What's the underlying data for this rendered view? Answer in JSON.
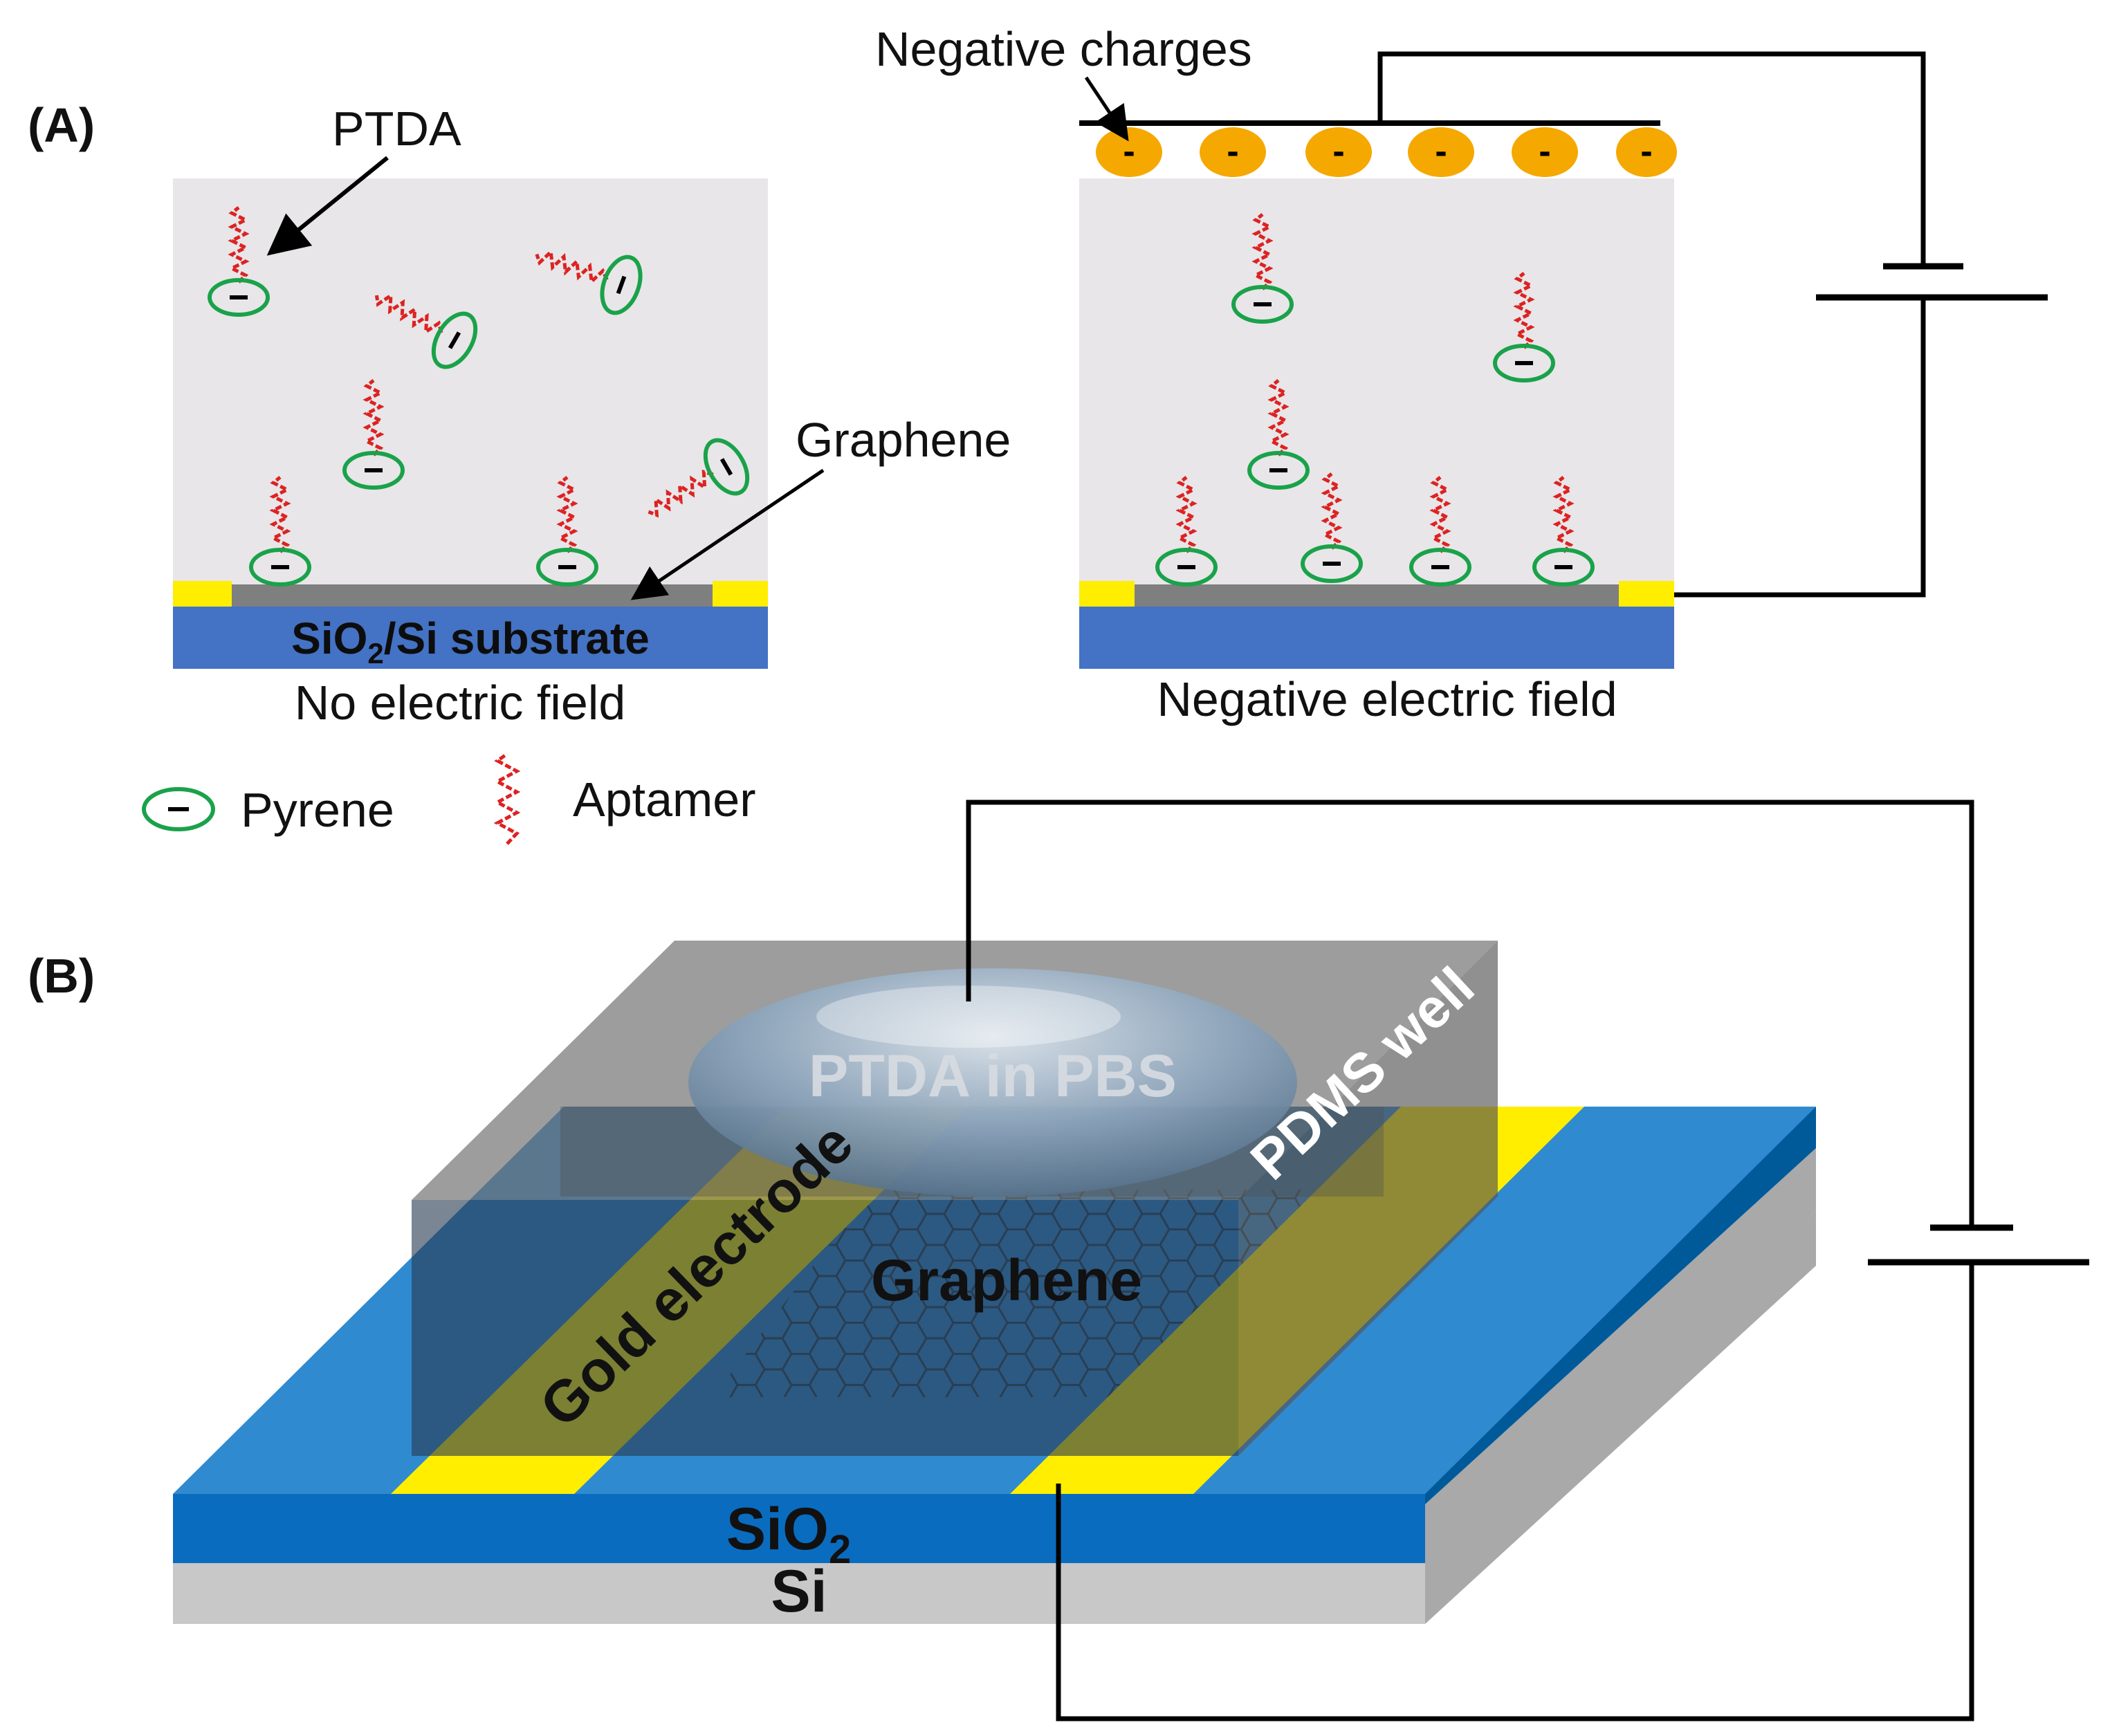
{
  "panel_a": {
    "label": "(A)",
    "ptda_label": "PTDA",
    "graphene_label": "Graphene",
    "substrate_label_main": "SiO",
    "substrate_label_sub": "2",
    "substrate_label_rest": "/Si substrate",
    "left_caption": "No electric field",
    "negative_charges_label": "Negative charges",
    "charge_symbol": "-",
    "right_caption": "Negative electric field"
  },
  "legend": {
    "pyrene_label": "Pyrene",
    "aptamer_label": "Aptamer"
  },
  "panel_b": {
    "label": "(B)",
    "droplet_label": "PTDA in PBS",
    "pdms_label": "PDMS well",
    "gold_label": "Gold electrode",
    "graphene_label": "Graphene",
    "sio2_main": "SiO",
    "sio2_sub": "2",
    "si_label": "Si"
  },
  "colors": {
    "solution_bg": "#e8e6e8",
    "gold": "#ffee00",
    "substrate_blue": "#4472c4",
    "pyrene_green": "#1aa24a",
    "aptamer_red": "#dd2222",
    "charge_orange": "#f5a800",
    "sio2_top": "#2f8ad0",
    "sio2_front": "#0a6cbf",
    "sio2_side": "#005a9a",
    "si_front": "#c8c8c8",
    "si_side": "#a9a9a9",
    "pdms_gray": "#6f6f6f"
  }
}
